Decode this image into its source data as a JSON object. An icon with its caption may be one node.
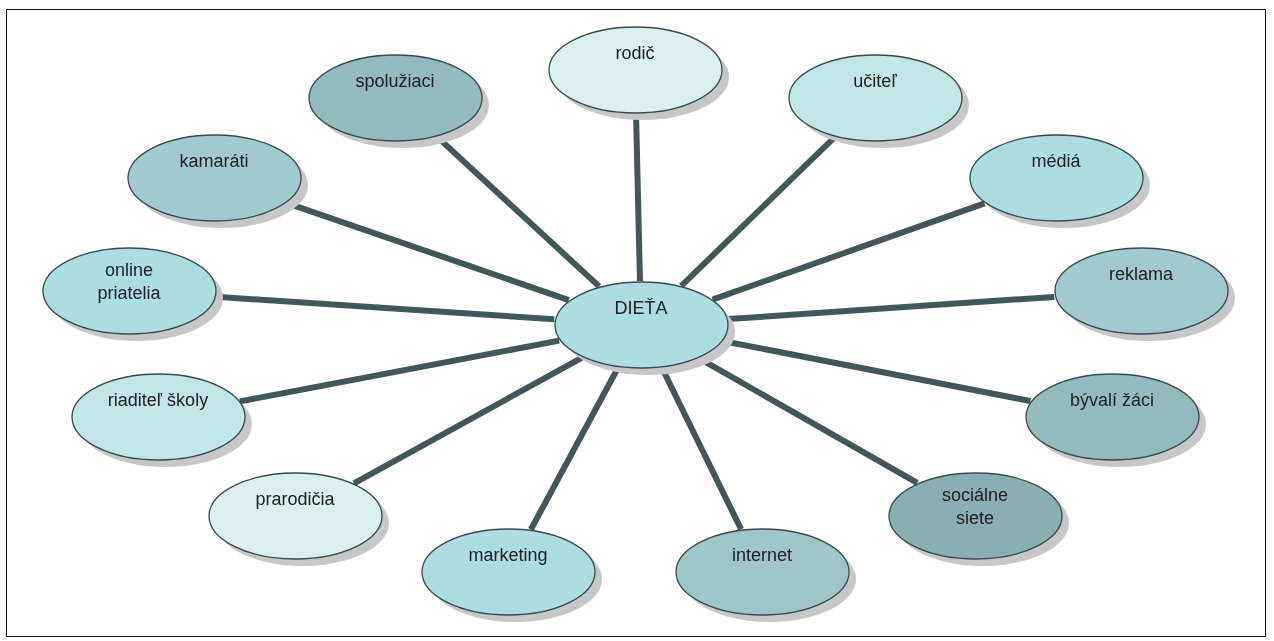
{
  "diagram": {
    "nodes": [
      {
        "text": [
          "DIEŤA"
        ]
      },
      {
        "text": [
          "rodič"
        ]
      },
      {
        "text": [
          "učiteľ"
        ]
      },
      {
        "text": [
          "médiá"
        ]
      },
      {
        "text": [
          "reklama"
        ]
      },
      {
        "text": [
          "bývalí žáci"
        ]
      },
      {
        "text": [
          "sociálne siete"
        ]
      },
      {
        "text": [
          "internet"
        ]
      },
      {
        "text": [
          "marketing"
        ]
      },
      {
        "text": [
          "prarodičia"
        ]
      },
      {
        "text": [
          "riaditeľ školy"
        ]
      },
      {
        "text": [
          "online priatelia"
        ]
      },
      {
        "text": [
          "kamaráti"
        ]
      },
      {
        "text": [
          "spolužiaci"
        ]
      }
    ],
    "edges": [
      {
        "from": 0,
        "to": 1,
        "arrow": "none"
      },
      {
        "from": 0,
        "to": 2,
        "arrow": "none"
      },
      {
        "from": 0,
        "to": 3,
        "arrow": "none"
      },
      {
        "from": 0,
        "to": 4,
        "arrow": "none"
      },
      {
        "from": 0,
        "to": 5,
        "arrow": "none"
      },
      {
        "from": 0,
        "to": 6,
        "arrow": "none"
      },
      {
        "from": 0,
        "to": 7,
        "arrow": "none"
      },
      {
        "from": 0,
        "to": 8,
        "arrow": "none"
      },
      {
        "from": 0,
        "to": 9,
        "arrow": "none"
      },
      {
        "from": 0,
        "to": 10,
        "arrow": "none"
      },
      {
        "from": 0,
        "to": 11,
        "arrow": "none"
      },
      {
        "from": 0,
        "to": 12,
        "arrow": "none"
      },
      {
        "from": 0,
        "to": 13,
        "arrow": "none"
      }
    ]
  }
}
